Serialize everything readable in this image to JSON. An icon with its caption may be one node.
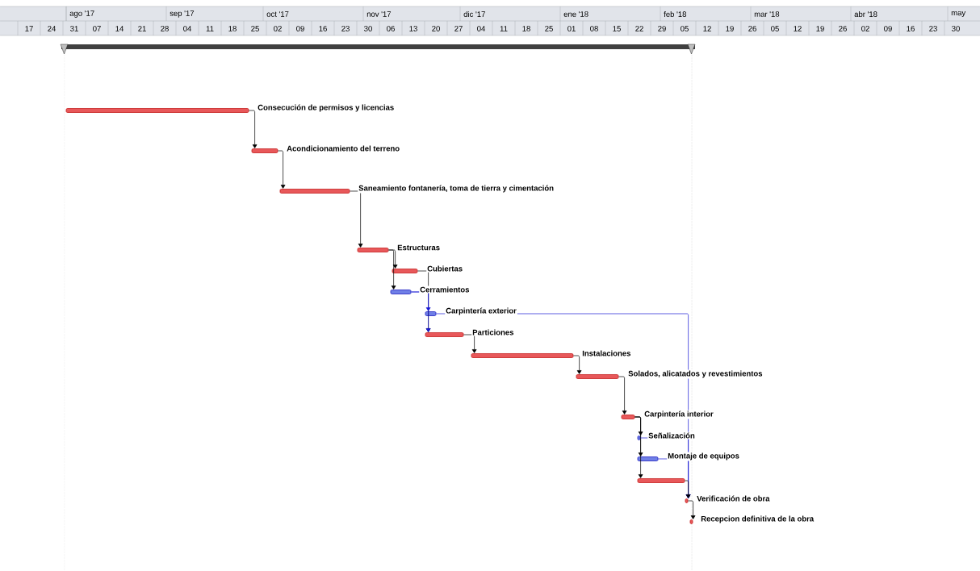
{
  "diagram": {
    "nodes": [
      {
        "text": [
          "Consecución de permisos y licencias"
        ]
      },
      {
        "text": [
          "Acondicionamiento del terreno"
        ]
      },
      {
        "text": [
          "Saneamiento fontanería, toma de tierra y cimentación"
        ]
      },
      {
        "text": [
          "Estructuras"
        ]
      },
      {
        "text": [
          "Cubiertas"
        ]
      },
      {
        "text": [
          "Cerramientos"
        ]
      },
      {
        "text": [
          "Carpintería exterior"
        ]
      },
      {
        "text": [
          "Particiones"
        ]
      },
      {
        "text": [
          "Instalaciones"
        ]
      },
      {
        "text": [
          "Solados, alicatados y revestimientos"
        ]
      },
      {
        "text": [
          "Carpintería interior"
        ]
      },
      {
        "text": [
          "Señalización"
        ]
      },
      {
        "text": [
          "Montaje de equipos"
        ]
      },
      {
        "text": [],
        "shape": "bar"
      },
      {
        "text": [
          "Verificación de obra"
        ]
      },
      {
        "text": [
          "Recepcion definitiva de la obra"
        ]
      }
    ],
    "edges": [
      {
        "from": 0,
        "to": 1,
        "arrow": "to"
      },
      {
        "from": 1,
        "to": 2,
        "arrow": "to"
      },
      {
        "from": 2,
        "to": 3,
        "arrow": "to"
      },
      {
        "from": 3,
        "to": 4,
        "arrow": "to"
      },
      {
        "from": 3,
        "to": 5,
        "arrow": "to"
      },
      {
        "from": 4,
        "to": 7,
        "arrow": "to"
      },
      {
        "from": 5,
        "to": 6,
        "arrow": "to",
        "color": "#1a1ad6"
      },
      {
        "from": 5,
        "to": 7,
        "arrow": "to",
        "color": "#1a1ad6"
      },
      {
        "from": 6,
        "to": 14,
        "arrow": "to",
        "color": "#1a1ad6"
      },
      {
        "from": 7,
        "to": 8,
        "arrow": "to"
      },
      {
        "from": 8,
        "to": 9,
        "arrow": "to"
      },
      {
        "from": 9,
        "to": 10,
        "arrow": "to"
      },
      {
        "from": 10,
        "to": 11,
        "arrow": "to"
      },
      {
        "from": 10,
        "to": 12,
        "arrow": "to"
      },
      {
        "from": 10,
        "to": 13,
        "arrow": "to"
      },
      {
        "from": 11,
        "to": 14,
        "arrow": "to",
        "color": "#1a1ad6"
      },
      {
        "from": 12,
        "to": 14,
        "arrow": "to",
        "color": "#1a1ad6"
      },
      {
        "from": 13,
        "to": 14,
        "arrow": "to"
      },
      {
        "from": 14,
        "to": 15,
        "arrow": "to"
      }
    ],
    "labels": [
      "ago '17",
      "sep '17",
      "oct '17",
      "nov '17",
      "dic '17",
      "ene '18",
      "feb '18",
      "mar '18",
      "abr '18",
      "may",
      "17",
      "24",
      "31",
      "07",
      "14",
      "21",
      "28",
      "04",
      "11",
      "18",
      "25",
      "02",
      "09",
      "16",
      "23",
      "30",
      "06",
      "13",
      "20",
      "27",
      "04",
      "11",
      "18",
      "25",
      "01",
      "08",
      "15",
      "22",
      "29",
      "05",
      "12",
      "19",
      "26",
      "05",
      "12",
      "19",
      "26",
      "02",
      "09",
      "16",
      "23",
      "30"
    ]
  }
}
